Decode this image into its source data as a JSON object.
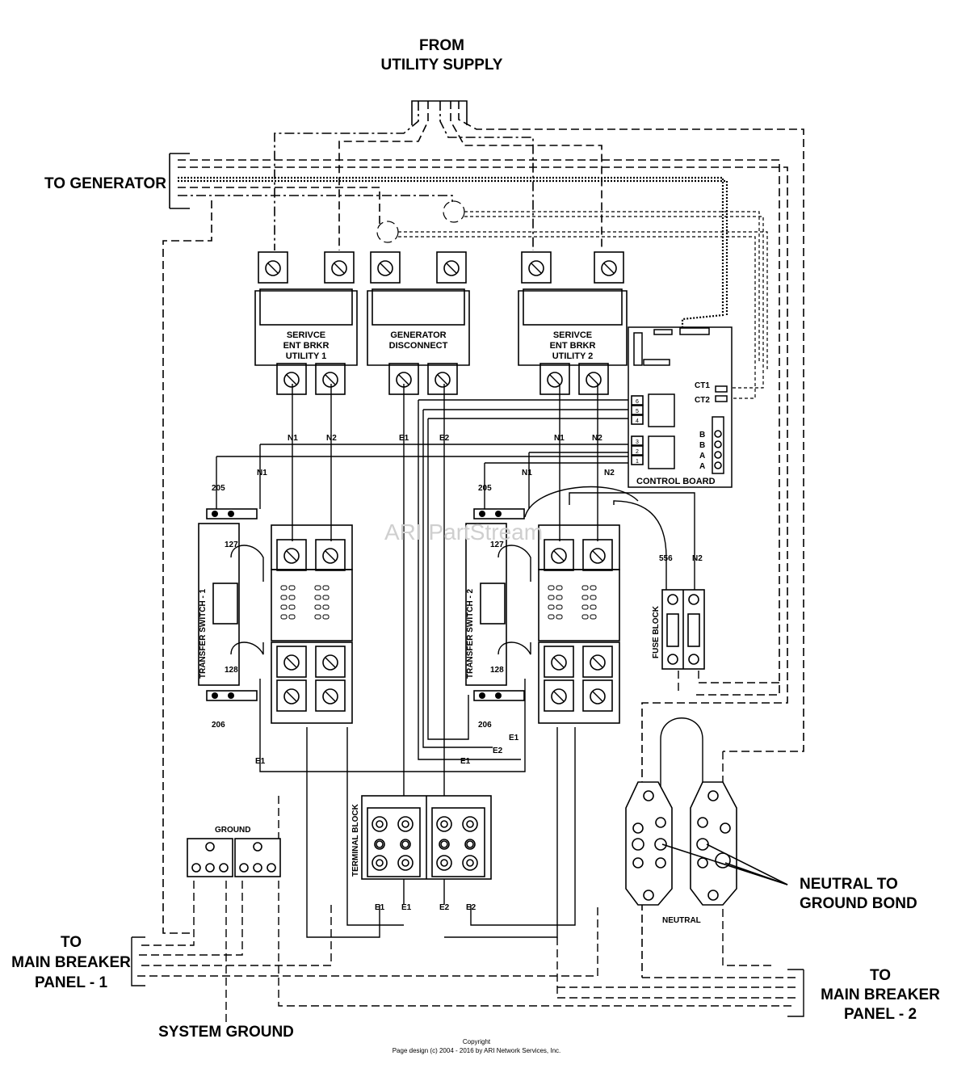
{
  "labels": {
    "from_utility": [
      "FROM",
      "UTILITY SUPPLY"
    ],
    "to_generator": "TO GENERATOR",
    "panel1": [
      "TO",
      "MAIN BREAKER",
      "PANEL - 1"
    ],
    "panel2": [
      "TO",
      "MAIN BREAKER",
      "PANEL - 2"
    ],
    "system_ground": "SYSTEM GROUND",
    "neutral_bond": [
      "NEUTRAL TO",
      "GROUND BOND"
    ],
    "neutral": "NEUTRAL",
    "ground": "GROUND",
    "terminal_block": "TERMINAL BLOCK",
    "fuse_block": "FUSE BLOCK",
    "control_board": "CONTROL BOARD",
    "transfer_switch_1": "TRANSFER SWITCH - 1",
    "transfer_switch_2": "TRANSFER SWITCH - 2"
  },
  "breakers": [
    {
      "lines": [
        "SERIVCE",
        "ENT BRKR",
        "UTILITY 1"
      ]
    },
    {
      "lines": [
        "GENERATOR",
        "DISCONNECT"
      ]
    },
    {
      "lines": [
        "SERIVCE",
        "ENT BRKR",
        "UTILITY 2"
      ]
    }
  ],
  "wires": {
    "n1": "N1",
    "n2": "N2",
    "e1": "E1",
    "e2": "E2",
    "w205": "205",
    "w206": "206",
    "w127": "127",
    "w128": "128",
    "w556": "556"
  },
  "control_board": {
    "ct1": "CT1",
    "ct2": "CT2",
    "terminals": [
      "6",
      "5",
      "4",
      "3",
      "2",
      "1"
    ],
    "phase_labels": [
      "B",
      "B",
      "A",
      "A"
    ]
  },
  "watermark": "ARI PartStream",
  "copyright": [
    "Copyright",
    "Page design (c) 2004 - 2016 by ARI Network Services, Inc."
  ]
}
